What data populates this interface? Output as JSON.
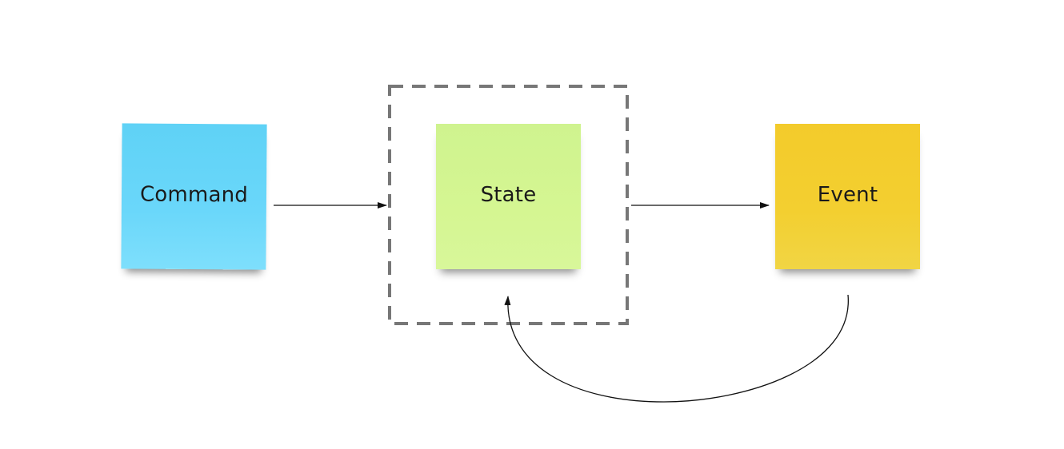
{
  "diagram": {
    "nodes": [
      {
        "id": "command",
        "label": "Command",
        "color": "#6ad7fa"
      },
      {
        "id": "state",
        "label": "State",
        "color": "#d5f692"
      },
      {
        "id": "event",
        "label": "Event",
        "color": "#f3cf30"
      }
    ],
    "edges": [
      {
        "from": "command",
        "to": "state"
      },
      {
        "from": "state",
        "to": "event"
      },
      {
        "from": "event",
        "to": "state"
      }
    ],
    "group": {
      "contains": "state",
      "border_style": "dashed",
      "border_color": "#777777"
    },
    "connector_color": "#111111"
  }
}
